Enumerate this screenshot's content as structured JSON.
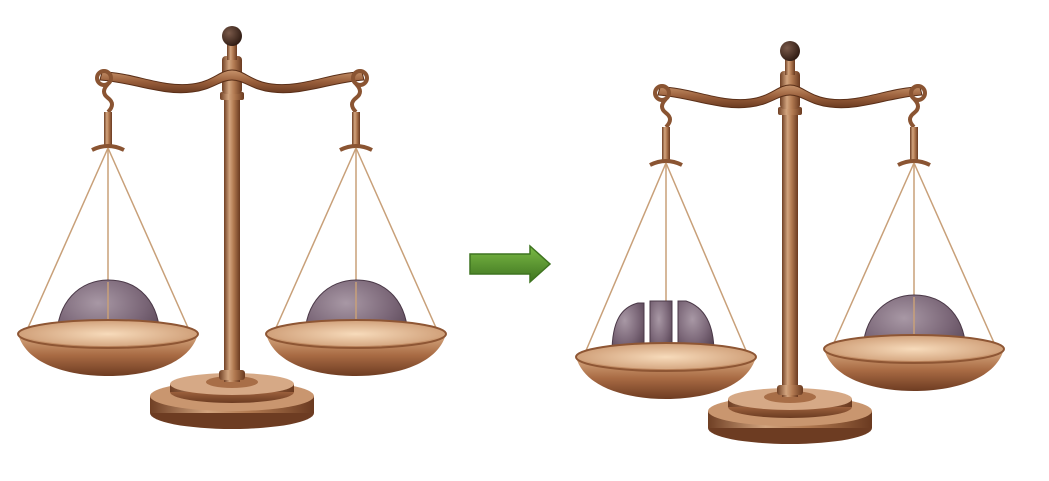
{
  "colors": {
    "background": "#ffffff",
    "bronze_light": "#d2a47e",
    "bronze_mid": "#a9714a",
    "bronze_dark": "#6f3f24",
    "pan_inner": "#f0cda7",
    "string": "#c8a079",
    "stone_light": "#9a8796",
    "stone_dark": "#5d4a5a",
    "arrow_green": "#5b9a2d",
    "arrow_green_dark": "#3f7420"
  },
  "scene": {
    "left_scale": {
      "left_pan_object": "whole-stone",
      "right_pan_object": "whole-stone",
      "balanced": true
    },
    "arrow": {
      "direction": "right"
    },
    "right_scale": {
      "left_pan_object": "split-stone",
      "right_pan_object": "whole-stone",
      "balanced": true
    }
  }
}
